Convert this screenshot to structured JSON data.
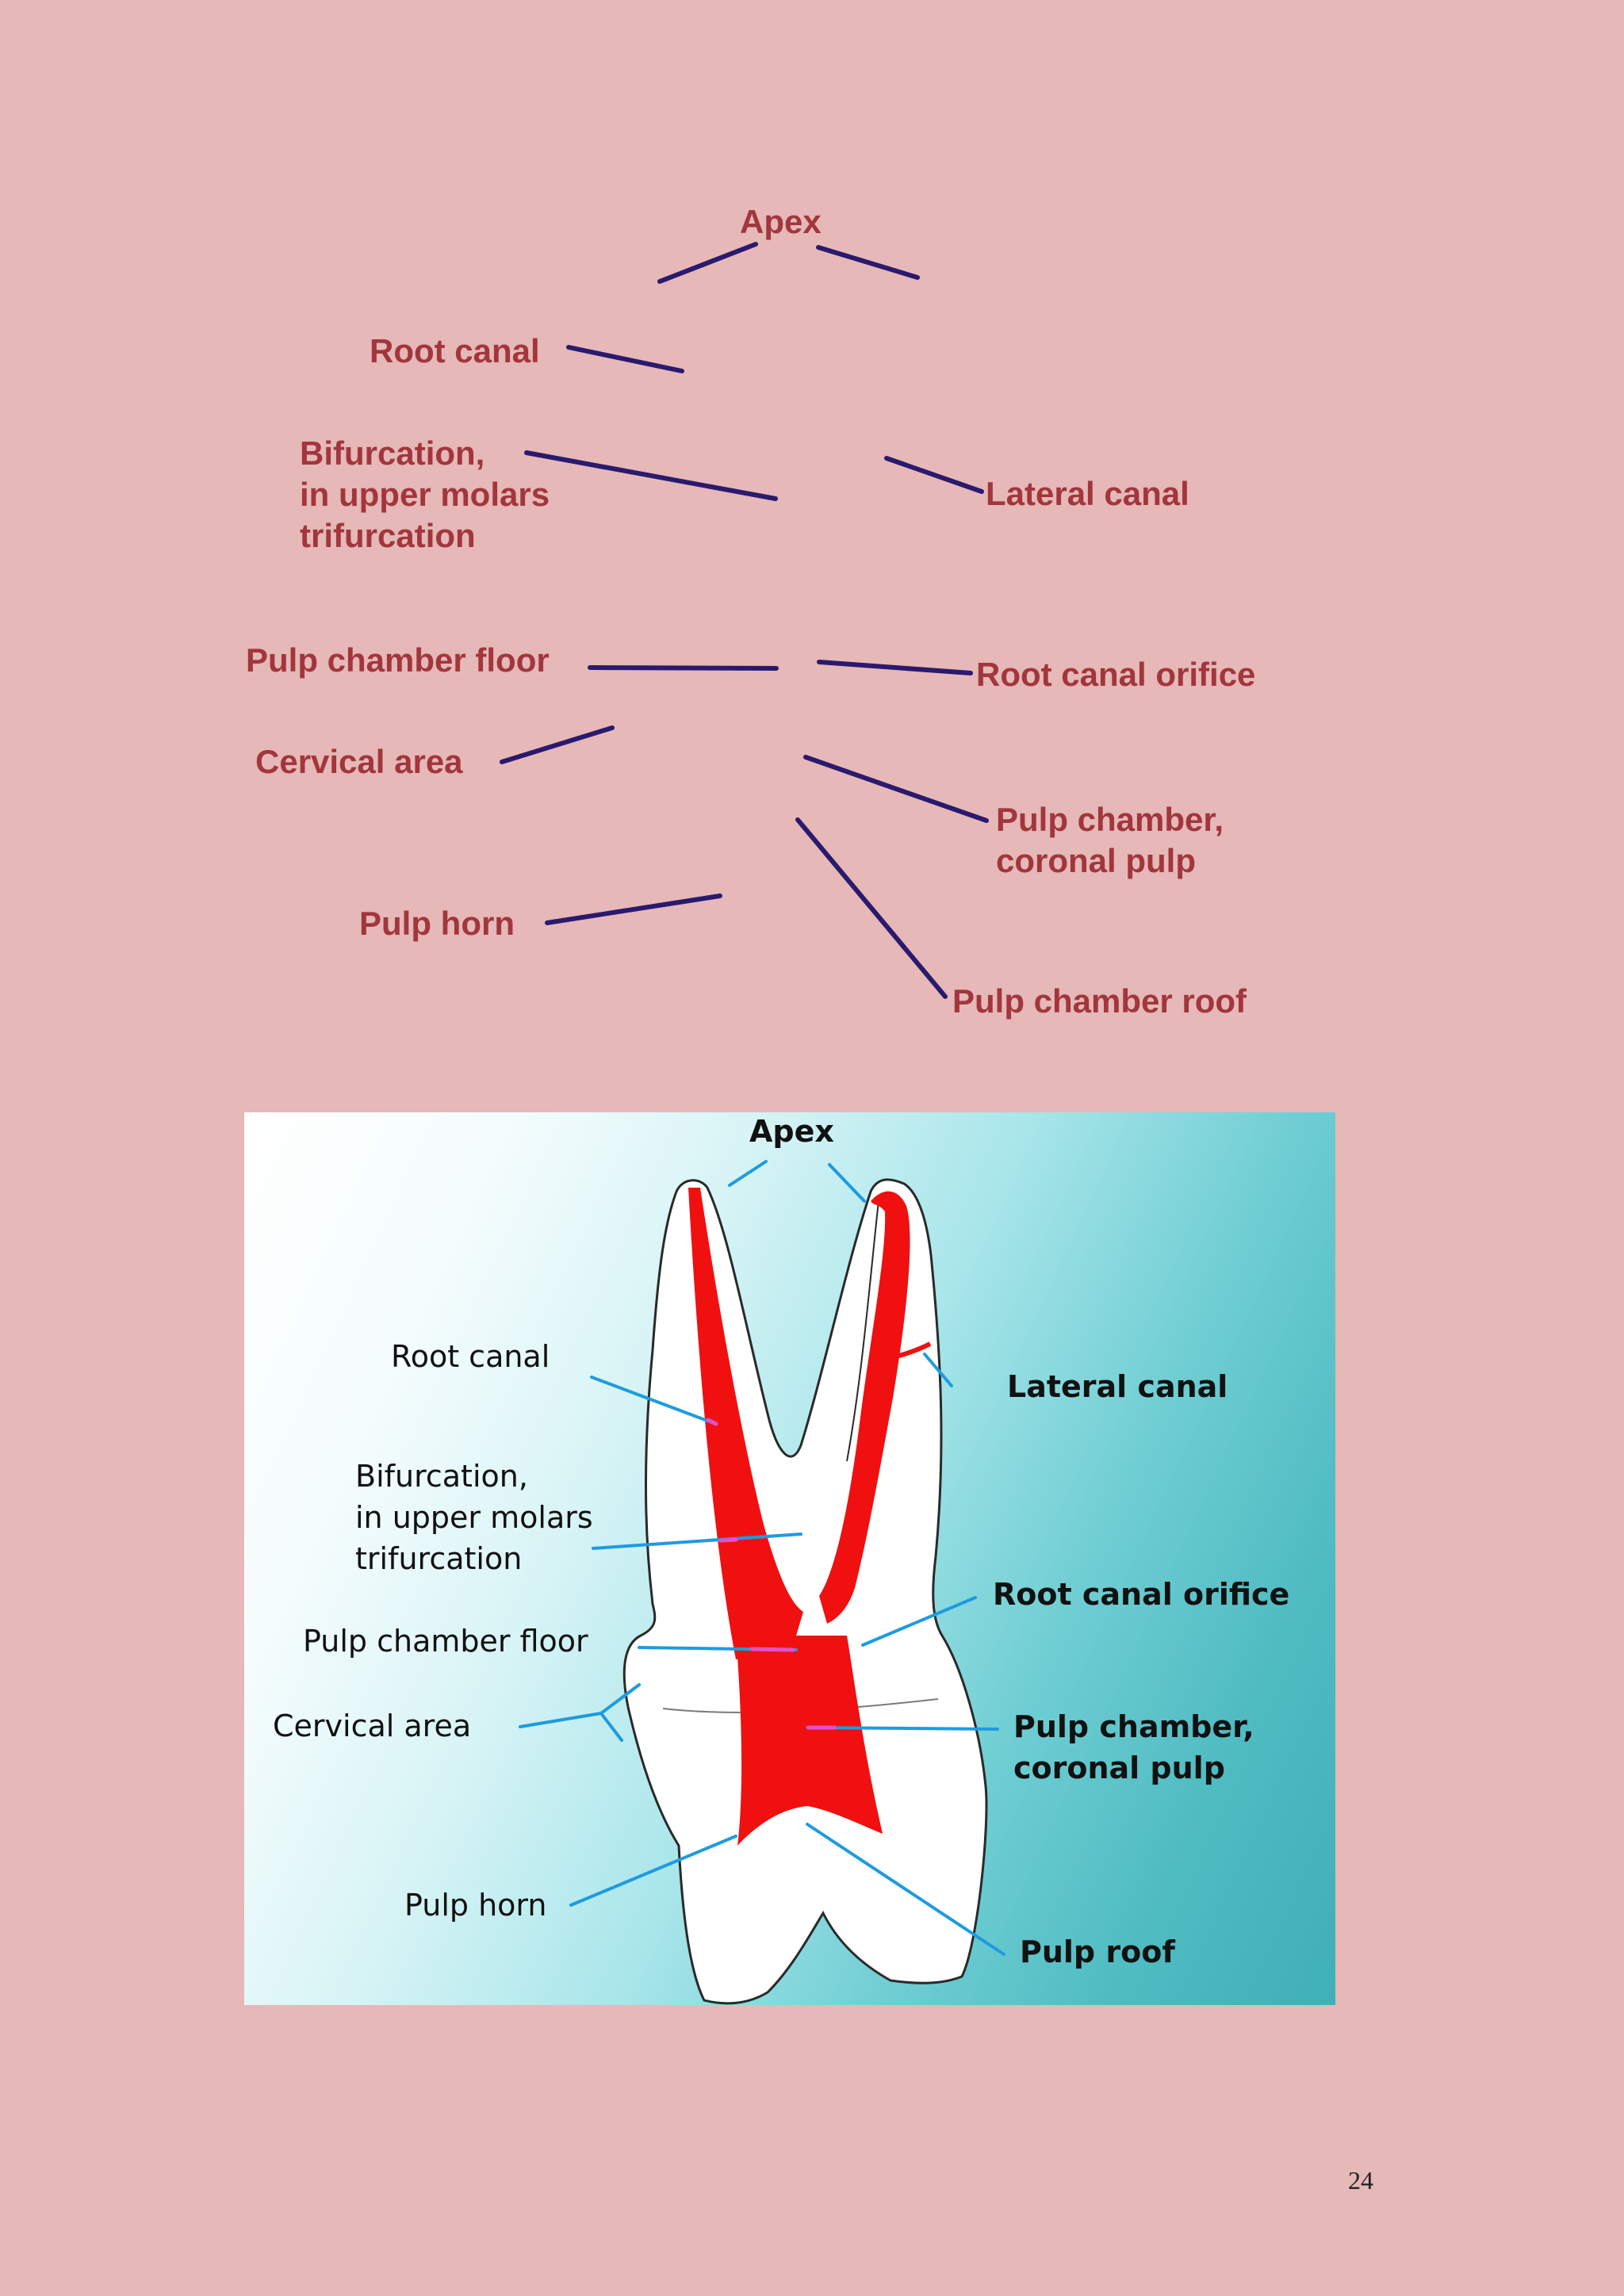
{
  "upper_labels": {
    "apex": "Apex",
    "root_canal": "Root canal",
    "bifurcation": [
      "Bifurcation,",
      "in upper molars",
      "trifurcation"
    ],
    "lateral_canal": "Lateral canal",
    "pulp_chamber_floor": "Pulp chamber floor",
    "root_canal_orifice": "Root canal orifice",
    "cervical_area": "Cervical area",
    "pulp_chamber_coronal": [
      "Pulp chamber,",
      "coronal pulp"
    ],
    "pulp_horn": "Pulp horn",
    "pulp_chamber_roof": "Pulp chamber roof"
  },
  "photo_labels": {
    "apex": "Apex",
    "root_canal": "Root canal",
    "bifurcation": [
      "Bifurcation,",
      "in upper molars",
      "trifurcation"
    ],
    "lateral_canal": "Lateral canal",
    "root_canal_orifice": "Root canal orifice",
    "pulp_chamber_floor": "Pulp chamber floor",
    "cervical_area": "Cervical area",
    "pulp_chamber_coronal": [
      "Pulp chamber,",
      "coronal pulp"
    ],
    "pulp_horn": "Pulp horn",
    "pulp_roof": "Pulp roof"
  },
  "colors": {
    "background": "#e6b8b8",
    "upper_label_text": "#a2363c",
    "upper_leader_line": "#2a1a6e",
    "pulp": "#f01010",
    "photo_leader_line": "#1e9be0"
  },
  "page_number": "24"
}
